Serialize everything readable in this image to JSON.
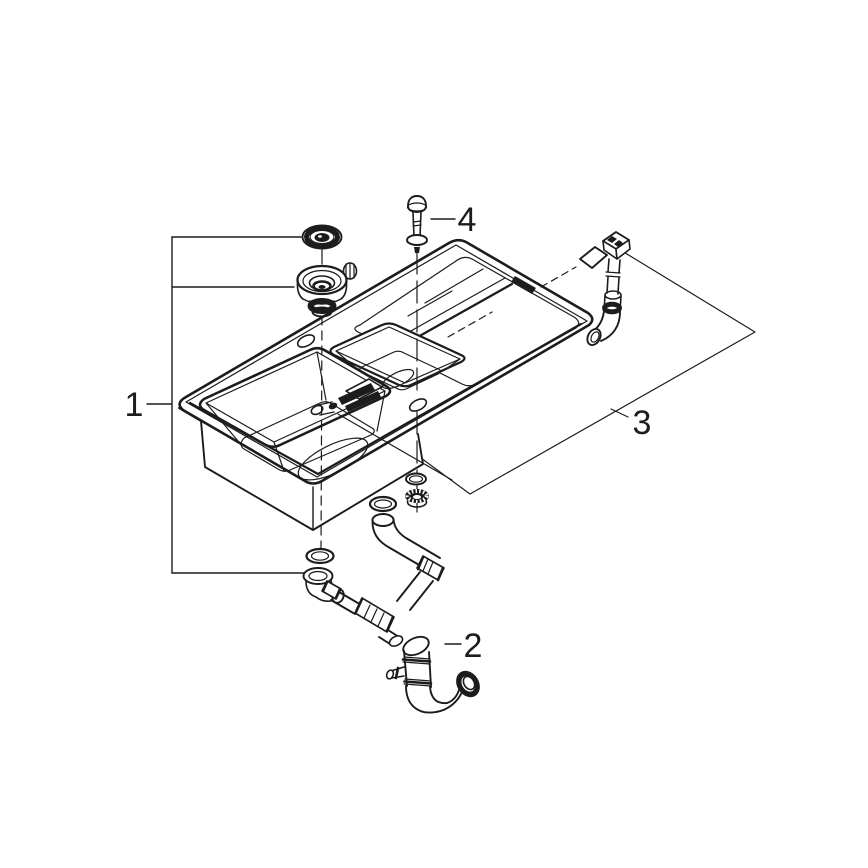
{
  "diagram": {
    "type": "exploded-parts-diagram",
    "background": "#ffffff",
    "line_color": "#1c1c1c",
    "labels": {
      "part1": "1",
      "part2": "2",
      "part3": "3",
      "part4": "4"
    }
  }
}
